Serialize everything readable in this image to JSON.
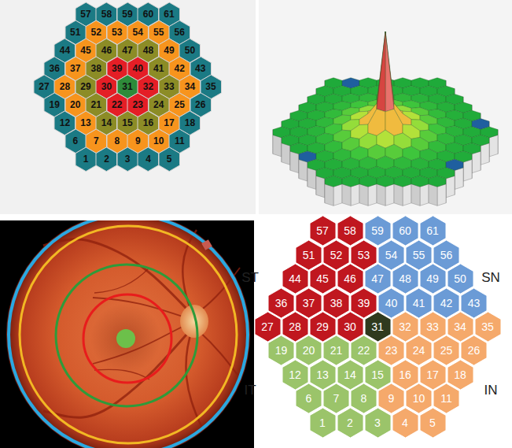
{
  "diagram": {
    "nodes": [
      {
        "text": [
          "57"
        ]
      },
      {
        "text": [
          "58"
        ]
      },
      {
        "text": [
          "59"
        ]
      },
      {
        "text": [
          "60"
        ]
      },
      {
        "text": [
          "61"
        ]
      },
      {
        "text": [
          "51"
        ]
      },
      {
        "text": [
          "52"
        ]
      },
      {
        "text": [
          "53"
        ]
      },
      {
        "text": [
          "54"
        ]
      },
      {
        "text": [
          "55"
        ]
      },
      {
        "text": [
          "56"
        ]
      },
      {
        "text": [
          "44"
        ]
      },
      {
        "text": [
          "45"
        ]
      },
      {
        "text": [
          "46"
        ]
      },
      {
        "text": [
          "47"
        ]
      },
      {
        "text": [
          "48"
        ]
      },
      {
        "text": [
          "49"
        ]
      },
      {
        "text": [
          "50"
        ]
      },
      {
        "text": [
          "36"
        ]
      },
      {
        "text": [
          "37"
        ]
      },
      {
        "text": [
          "38"
        ]
      },
      {
        "text": [
          "39"
        ]
      },
      {
        "text": [
          "40"
        ]
      },
      {
        "text": [
          "41"
        ]
      },
      {
        "text": [
          "42"
        ]
      },
      {
        "text": [
          "43"
        ]
      },
      {
        "text": [
          "27"
        ]
      },
      {
        "text": [
          "28"
        ]
      },
      {
        "text": [
          "29"
        ]
      },
      {
        "text": [
          "30"
        ]
      },
      {
        "text": [
          "31"
        ]
      },
      {
        "text": [
          "32"
        ]
      },
      {
        "text": [
          "33"
        ]
      },
      {
        "text": [
          "34"
        ]
      },
      {
        "text": [
          "35"
        ]
      },
      {
        "text": [
          "19"
        ]
      },
      {
        "text": [
          "20"
        ]
      },
      {
        "text": [
          "21"
        ]
      },
      {
        "text": [
          "22"
        ]
      },
      {
        "text": [
          "23"
        ]
      },
      {
        "text": [
          "24"
        ]
      },
      {
        "text": [
          "25"
        ]
      },
      {
        "text": [
          "26"
        ]
      },
      {
        "text": [
          "12"
        ]
      },
      {
        "text": [
          "13"
        ]
      },
      {
        "text": [
          "14"
        ]
      },
      {
        "text": [
          "15"
        ]
      },
      {
        "text": [
          "16"
        ]
      },
      {
        "text": [
          "17"
        ]
      },
      {
        "text": [
          "18"
        ]
      },
      {
        "text": [
          "6"
        ]
      },
      {
        "text": [
          "7"
        ]
      },
      {
        "text": [
          "8"
        ]
      },
      {
        "text": [
          "9"
        ]
      },
      {
        "text": [
          "10"
        ]
      },
      {
        "text": [
          "11"
        ]
      },
      {
        "text": [
          "1"
        ]
      },
      {
        "text": [
          "2"
        ]
      },
      {
        "text": [
          "3"
        ]
      },
      {
        "text": [
          "4"
        ]
      },
      {
        "text": [
          "5"
        ]
      },
      {
        "text": [
          "57"
        ]
      },
      {
        "text": [
          "58"
        ]
      },
      {
        "text": [
          "59"
        ]
      },
      {
        "text": [
          "60"
        ]
      },
      {
        "text": [
          "61"
        ]
      },
      {
        "text": [
          "51"
        ]
      },
      {
        "text": [
          "52"
        ]
      },
      {
        "text": [
          "53"
        ]
      },
      {
        "text": [
          "54"
        ]
      },
      {
        "text": [
          "55"
        ]
      },
      {
        "text": [
          "56"
        ]
      },
      {
        "text": [
          "44"
        ]
      },
      {
        "text": [
          "45"
        ]
      },
      {
        "text": [
          "46"
        ]
      },
      {
        "text": [
          "47"
        ]
      },
      {
        "text": [
          "48"
        ]
      },
      {
        "text": [
          "49"
        ]
      },
      {
        "text": [
          "50"
        ]
      },
      {
        "text": [
          "36"
        ]
      },
      {
        "text": [
          "37"
        ]
      },
      {
        "text": [
          "38"
        ]
      },
      {
        "text": [
          "39"
        ]
      },
      {
        "text": [
          "40"
        ]
      },
      {
        "text": [
          "41"
        ]
      },
      {
        "text": [
          "42"
        ]
      },
      {
        "text": [
          "43"
        ]
      },
      {
        "text": [
          "27"
        ]
      },
      {
        "text": [
          "28"
        ]
      },
      {
        "text": [
          "29"
        ]
      },
      {
        "text": [
          "30"
        ]
      },
      {
        "text": [
          "31"
        ]
      },
      {
        "text": [
          "32"
        ]
      },
      {
        "text": [
          "33"
        ]
      },
      {
        "text": [
          "34"
        ]
      },
      {
        "text": [
          "35"
        ]
      },
      {
        "text": [
          "19"
        ]
      },
      {
        "text": [
          "20"
        ]
      },
      {
        "text": [
          "21"
        ]
      },
      {
        "text": [
          "22"
        ]
      },
      {
        "text": [
          "23"
        ]
      },
      {
        "text": [
          "24"
        ]
      },
      {
        "text": [
          "25"
        ]
      },
      {
        "text": [
          "26"
        ]
      },
      {
        "text": [
          "12"
        ]
      },
      {
        "text": [
          "13"
        ]
      },
      {
        "text": [
          "14"
        ]
      },
      {
        "text": [
          "15"
        ]
      },
      {
        "text": [
          "16"
        ]
      },
      {
        "text": [
          "17"
        ]
      },
      {
        "text": [
          "18"
        ]
      },
      {
        "text": [
          "6"
        ]
      },
      {
        "text": [
          "7"
        ]
      },
      {
        "text": [
          "8"
        ]
      },
      {
        "text": [
          "9"
        ]
      },
      {
        "text": [
          "10"
        ]
      },
      {
        "text": [
          "11"
        ]
      },
      {
        "text": [
          "1"
        ]
      },
      {
        "text": [
          "2"
        ]
      },
      {
        "text": [
          "3"
        ]
      },
      {
        "text": [
          "4"
        ]
      },
      {
        "text": [
          "5"
        ]
      }
    ],
    "labels": [
      "ST",
      "SN",
      "IT",
      "IN"
    ]
  }
}
